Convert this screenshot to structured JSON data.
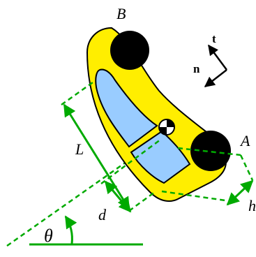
{
  "labels": {
    "B": "B",
    "A": "A",
    "L": "L",
    "d": "d",
    "h": "h",
    "theta": "θ",
    "t": "t",
    "n": "n"
  },
  "colors": {
    "body": "#ffee00",
    "window": "#99ccff",
    "wheel": "#000000",
    "dimension": "#00aa00",
    "outline": "#000000"
  }
}
